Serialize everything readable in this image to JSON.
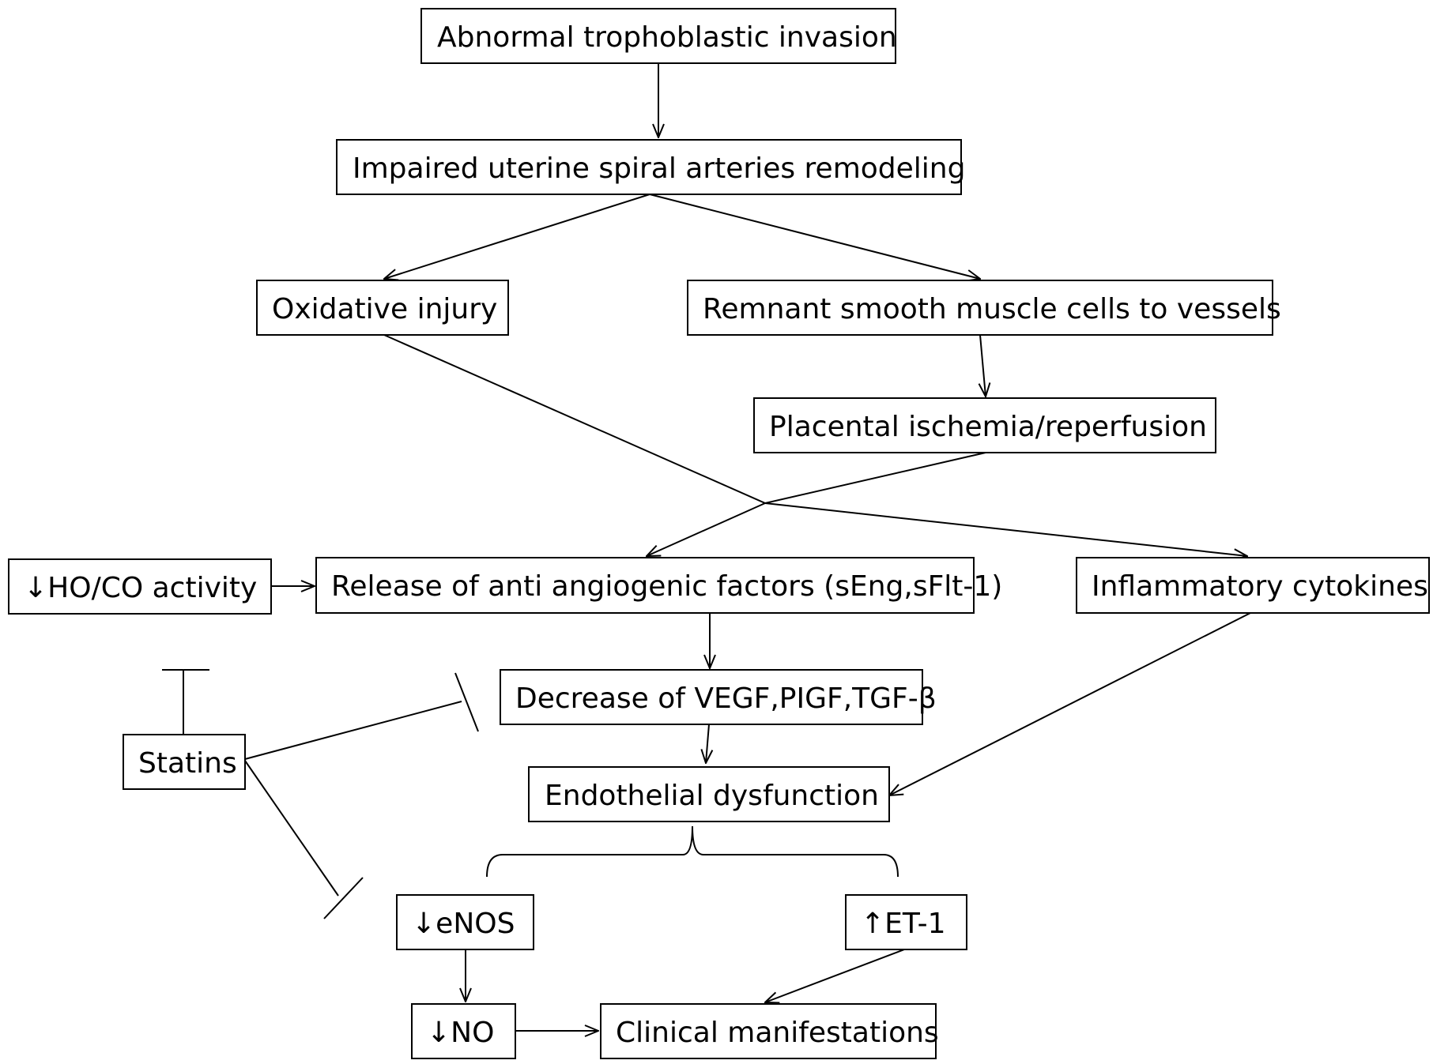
{
  "nodes": {
    "abnormal_invasion": "Abnormal trophoblastic invasion",
    "impaired_remodeling": "Impaired uterine spiral arteries remodeling",
    "oxidative_injury": "Oxidative injury",
    "remnant_smc": "Remnant smooth muscle cells to vessels",
    "placental_ischemia": "Placental ischemia/reperfusion",
    "ho_co": "↓HO/CO activity",
    "release_factors": "Release of anti angiogenic factors (sEng,sFlt-1)",
    "inflammatory": "Inflammatory cytokines",
    "decrease_vegf": "Decrease of VEGF,PIGF,TGF-β",
    "statins": "Statins",
    "endothelial": "Endothelial dysfunction",
    "enos": "↓eNOS",
    "et1": "↑ET-1",
    "no": "↓NO",
    "clinical": "Clinical manifestations"
  }
}
